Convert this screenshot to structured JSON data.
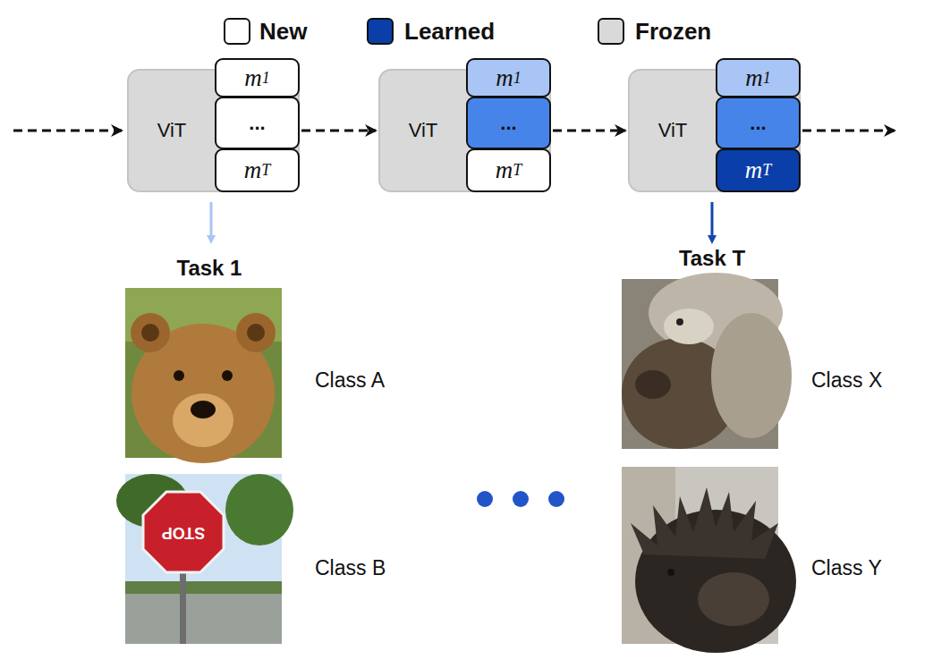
{
  "diagram": {
    "nodes": [
      {
        "text": [
          "ViT"
        ]
      },
      {
        "text": [
          "m",
          "1"
        ],
        "in": 0
      },
      {
        "text": [
          "..."
        ],
        "in": 0
      },
      {
        "text": [
          "m",
          "T"
        ],
        "in": 0
      },
      {
        "text": [
          "ViT"
        ]
      },
      {
        "text": [
          "m",
          "1"
        ],
        "in": 4
      },
      {
        "text": [
          "..."
        ],
        "in": 4
      },
      {
        "text": [
          "m",
          "T"
        ],
        "in": 4
      },
      {
        "text": [
          "ViT"
        ]
      },
      {
        "text": [
          "m",
          "1"
        ],
        "in": 8
      },
      {
        "text": [
          "..."
        ],
        "in": 8
      },
      {
        "text": [
          "m",
          "T"
        ],
        "in": 8
      }
    ],
    "edges": [
      {
        "from": 0,
        "to": 4,
        "arrow": "to"
      },
      {
        "from": 4,
        "to": 8,
        "arrow": "to"
      }
    ],
    "labels": [
      "Task 1",
      "Task T",
      "Class A",
      "Class B",
      "Class X",
      "Class Y",
      "STOP"
    ],
    "legend": [
      {
        "text": "New",
        "color": "#ffffff"
      },
      {
        "text": "Learned",
        "color": "#0a3ea8"
      },
      {
        "text": "Frozen",
        "color": "#d9d9d9"
      }
    ]
  }
}
